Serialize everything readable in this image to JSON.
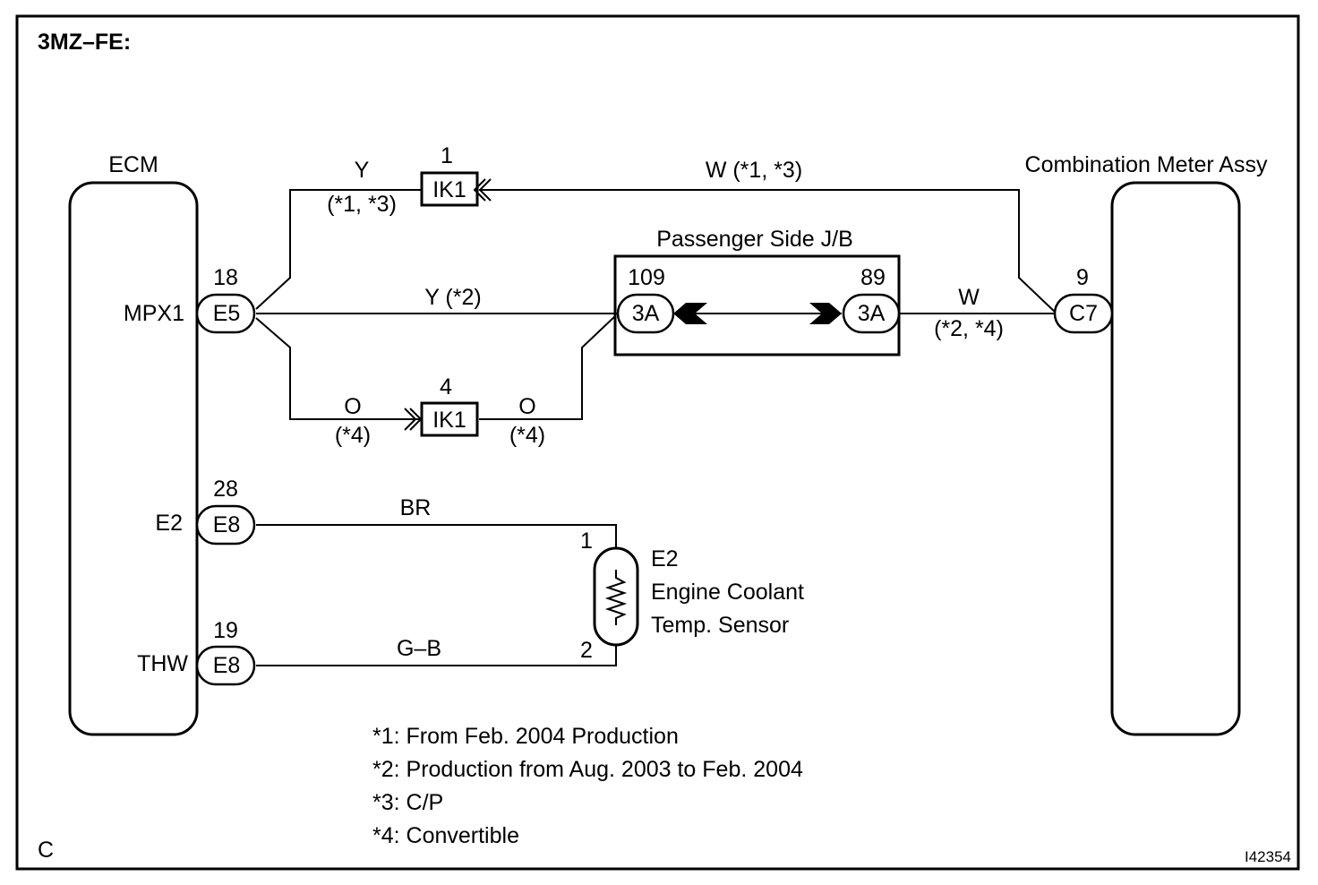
{
  "title": "3MZ–FE:",
  "corner_letter": "C",
  "figure_code": "I42354",
  "ecm": {
    "name": "ECM",
    "pins": [
      {
        "signal": "MPX1",
        "pin": "18",
        "connector": "E5"
      },
      {
        "signal": "E2",
        "pin": "28",
        "connector": "E8"
      },
      {
        "signal": "THW",
        "pin": "19",
        "connector": "E8"
      }
    ]
  },
  "meter": {
    "name": "Combination Meter Assy",
    "pin": "9",
    "connector": "C7"
  },
  "jb": {
    "name": "Passenger Side J/B",
    "left_pin": "109",
    "left_connector": "3A",
    "right_pin": "89",
    "right_connector": "3A"
  },
  "junctions": {
    "top": {
      "pin": "1",
      "label": "IK1"
    },
    "bottom": {
      "pin": "4",
      "label": "IK1"
    }
  },
  "wires": {
    "y_top_color": "Y",
    "y_top_note": "(*1, *3)",
    "w_top": "W (*1, *3)",
    "y_mid": "Y (*2)",
    "w_right_color": "W",
    "w_right_note": "(*2, *4)",
    "o_left_color": "O",
    "o_left_note": "(*4)",
    "o_right_color": "O",
    "o_right_note": "(*4)",
    "br": "BR",
    "gb": "G–B"
  },
  "sensor": {
    "code": "E2",
    "line1": "Engine Coolant",
    "line2": "Temp. Sensor",
    "pin1": "1",
    "pin2": "2"
  },
  "notes": [
    "*1: From Feb. 2004 Production",
    "*2: Production from Aug. 2003 to Feb. 2004",
    "*3: C/P",
    "*4: Convertible"
  ]
}
